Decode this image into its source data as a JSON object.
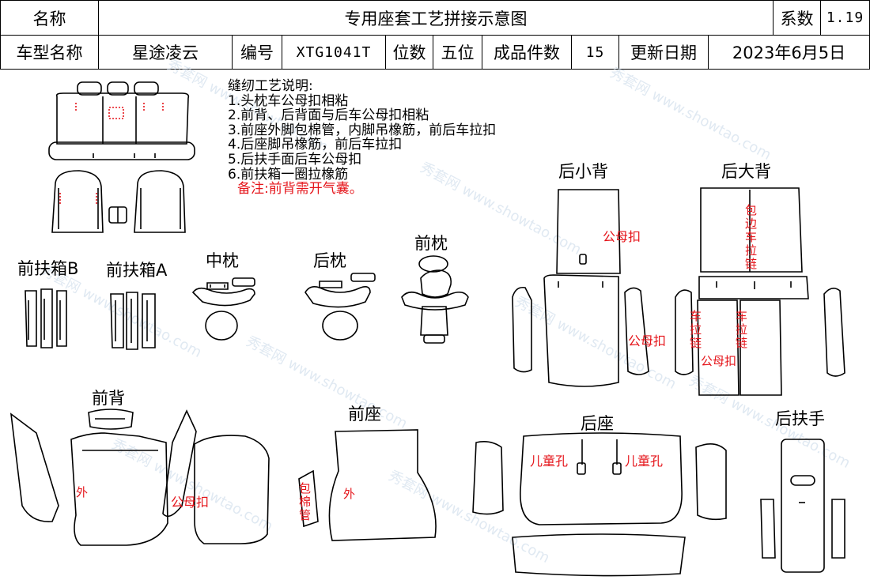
{
  "header": {
    "name_label": "名称",
    "title": "专用座套工艺拼接示意图",
    "coef_label": "系数",
    "coef_value": "1.19",
    "model_label": "车型名称",
    "model_value": "星途凌云",
    "code_label": "编号",
    "code_value": "XTG1041T",
    "seats_label": "位数",
    "seats_value": "五位",
    "pieces_label": "成品件数",
    "pieces_value": "15",
    "update_label": "更新日期",
    "update_value": "2023年6月5日"
  },
  "notes": {
    "heading": "缝纫工艺说明:",
    "items": [
      "1.头枕车公母扣相粘",
      "2.前背、后背面与后车公母扣相粘",
      "3.前座外脚包棉管，内脚吊橡筋，前后车拉扣",
      "4.后座脚吊橡筋，前后车拉扣",
      "5.后扶手面后车公母扣",
      "6.前扶箱一圈拉橡筋"
    ],
    "remark": "备注:前背需开气囊。"
  },
  "sections": {
    "rear_small_back": "后小背",
    "rear_big_back": "后大背",
    "front_box_b": "前扶箱B",
    "front_box_a": "前扶箱A",
    "mid_pillow": "中枕",
    "rear_pillow": "后枕",
    "front_pillow": "前枕",
    "front_back": "前背",
    "front_seat": "前座",
    "rear_seat": "后座",
    "rear_armrest": "后扶手"
  },
  "annotations": {
    "snap": "公母扣",
    "outer": "外",
    "cotton_tube": "包棉管",
    "child_hole": "儿童孔",
    "edge_zipper": "包边车拉链",
    "zipper": "车拉链"
  },
  "colors": {
    "line": "#000000",
    "annotation": "#e5151b",
    "watermark": "#c8d8e8"
  },
  "watermark_text": "秀套网 www.showtao.com"
}
